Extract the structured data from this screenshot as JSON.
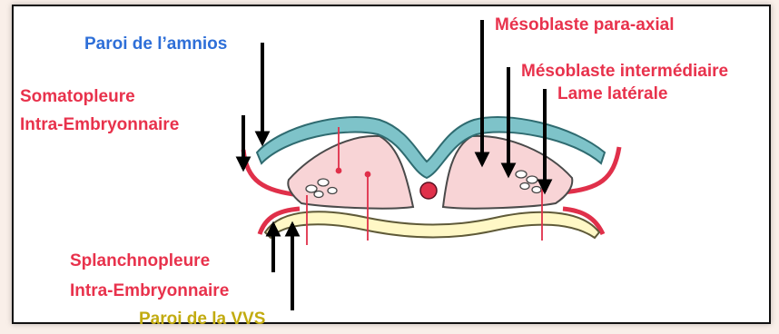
{
  "labels": {
    "paroi_amnios": "Paroi de l’amnios",
    "somatopleure_1": "Somatopleure",
    "somatopleure_2": "Intra-Embryonnaire",
    "mesoblaste_paraaxial": "Mésoblaste para-axial",
    "mesoblaste_intermediaire": "Mésoblaste intermédiaire",
    "lame_laterale": "Lame latérale",
    "splanchnopleure_1": "Splanchnopleure",
    "splanchnopleure_2": "Intra-Embryonnaire",
    "paroi_vvs": "Paroi de la VVS"
  },
  "colors": {
    "blue_label": "#2e6fd8",
    "red_label": "#e8324c",
    "yellow_label": "#c2ab10",
    "ectoderm": "#7ec3c9",
    "mesoderm": "#f8d4d6",
    "endoderm": "#fff8c6",
    "red_line": "#e0304a",
    "arrow": "#000000"
  }
}
